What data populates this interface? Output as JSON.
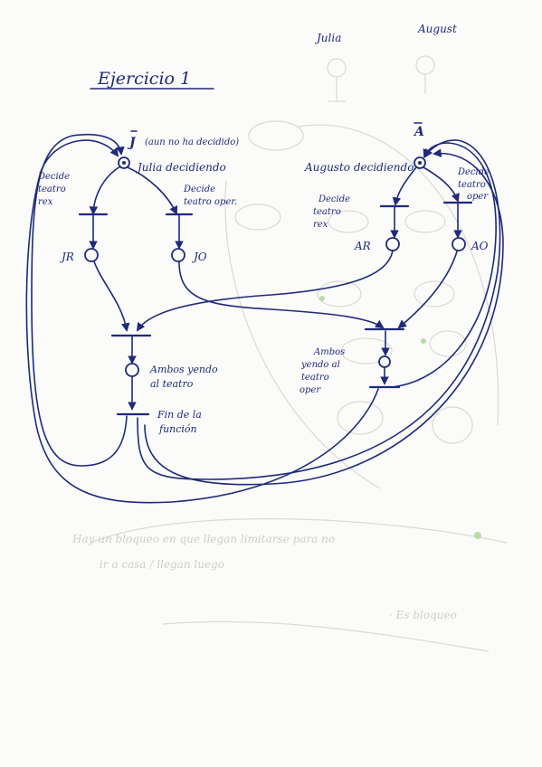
{
  "title": "Ejercicio 1",
  "people": {
    "julia_label": "Julia",
    "august_label": "August"
  },
  "places": {
    "j_initial": {
      "name": "J",
      "note": "(aun no ha decidido)",
      "desc": "Julia decidiendo"
    },
    "a_initial": {
      "name": "A",
      "desc": "Augusto decidiendo"
    },
    "jr": "JR",
    "jo": "JO",
    "ar": "AR",
    "ao": "AO",
    "both_rex": "Ambos yendo al teatro",
    "both_oper": [
      "Ambos",
      "yendo al",
      "teatro",
      "oper"
    ]
  },
  "transitions": {
    "j_rex": [
      "Decide",
      "teatro",
      "rex"
    ],
    "j_oper": [
      "Decide",
      "teatro oper."
    ],
    "a_rex": [
      "Decide",
      "teatro",
      "rex"
    ],
    "a_oper": [
      "Decide",
      "teatro",
      "oper"
    ],
    "end": [
      "Fin de la",
      "función"
    ]
  },
  "faded_notes": [
    "Hay un bloqueo en que llegan limitarse para no",
    "ir a casa / llegan luego",
    "· Es bloqueo"
  ],
  "colors": {
    "ink": "#1f2a78",
    "paper": "#fbfbfa",
    "ghost": "#d9d9d6"
  }
}
